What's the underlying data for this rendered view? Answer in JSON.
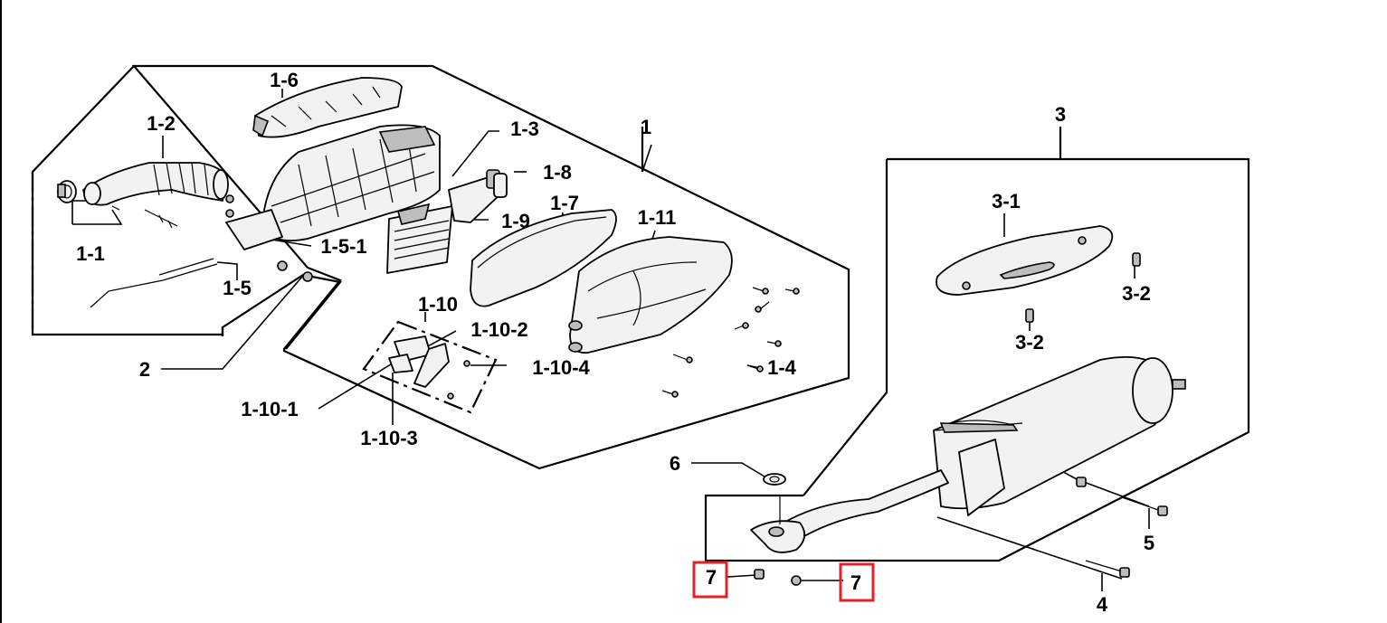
{
  "labels": {
    "l1": "1",
    "l1_1": "1-1",
    "l1_2": "1-2",
    "l1_3": "1-3",
    "l1_4": "1-4",
    "l1_5": "1-5",
    "l1_5_1": "1-5-1",
    "l1_6": "1-6",
    "l1_7": "1-7",
    "l1_8": "1-8",
    "l1_9": "1-9",
    "l1_10": "1-10",
    "l1_10_1": "1-10-1",
    "l1_10_2": "1-10-2",
    "l1_10_3": "1-10-3",
    "l1_10_4": "1-10-4",
    "l1_11": "1-11",
    "l2": "2",
    "l3": "3",
    "l3_1": "3-1",
    "l3_2a": "3-2",
    "l3_2b": "3-2",
    "l4": "4",
    "l5": "5",
    "l6": "6",
    "l7a": "7",
    "l7b": "7"
  },
  "highlight_color": "#e0222a"
}
